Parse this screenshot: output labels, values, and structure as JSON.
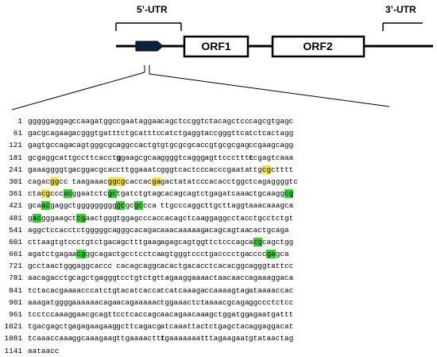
{
  "labels": {
    "utr5": "5’-UTR",
    "utr3": "3’-UTR",
    "orf1": "ORF1",
    "orf2": "ORF2"
  },
  "colors": {
    "yellow_highlight": "#f5e630",
    "green_highlight": "#2bd62b",
    "promoter_fill": "#0a2340"
  },
  "sequence": [
    {
      "n": "1",
      "g": [
        "gggggaggag",
        "ccaagatggc",
        "cgaataggaa",
        "cagctccggt",
        "ctacagctcc",
        "cagcgtgagc"
      ]
    },
    {
      "n": "61",
      "g": [
        "gacgcagaag",
        "acgggtgatt",
        "tctgcatttc",
        "catctgaggt",
        "accgggttca",
        "tctcactagg"
      ]
    },
    {
      "n": "121",
      "g": [
        "gagtgccaga",
        "cagtgggcgc",
        "aggccactgt",
        "gtgcgcgcac",
        "cgtgcgcgag",
        "ccgaagcagg"
      ]
    },
    {
      "n": "181",
      "g": [
        "gcgaggcatt",
        "gccttcacctg",
        "ggaagcgcaa",
        "ggggtcaggg",
        "agttccctttt",
        "ccgagtcaaa"
      ]
    },
    {
      "n": "241",
      "g": [
        "gaaaggggtg",
        "acggacgcac",
        "cttggaaatc",
        "gggtcactcc",
        "cacccgaata",
        "ttgcgctttt"
      ]
    },
    {
      "n": "301",
      "g": [
        "cagacggcc",
        "taagaaacgg",
        "cgcaccacga",
        "gactatatcc",
        "cacacctggc",
        "tcagaggggtc"
      ]
    },
    {
      "n": "361",
      "g": [
        "ctacgcccac",
        "ggaatctcgc",
        "tgatctgtag",
        "cacagcagtc",
        "tgagatcaaa",
        "ctgcaaggcg"
      ]
    },
    {
      "n": "421",
      "g": [
        "gcaacgaggc",
        "tggggggggg",
        "gcgcgccca",
        "ttgcccaggc",
        "ttgcttaggt",
        "aaacaaagca"
      ]
    },
    {
      "n": "481",
      "g": [
        "gacgggaagc",
        "tcgaactggg",
        "tggagcccac",
        "cacagctcaa",
        "ggaggcctac",
        "ctgcctctgt"
      ]
    },
    {
      "n": "541",
      "g": [
        "aggctccacc",
        "tctgggggca",
        "gggcacagac",
        "aaacaaaaag",
        "acagcagtaa",
        "cactgcaga"
      ]
    },
    {
      "n": "601",
      "g": [
        "cttaagtgtc",
        "cctgtctgac",
        "agctttgaag",
        "agagcagtgg",
        "ttctcccagc",
        "acgcagctgg"
      ]
    },
    {
      "n": "661",
      "g": [
        "agatctgaga",
        "acgggcagac",
        "tgcctcctca",
        "agtgggtccc",
        "tgacccctga",
        "ccccgagca"
      ]
    },
    {
      "n": "721",
      "g": [
        "gcctaactgg",
        "gaggcaccc",
        "cacagcaggc",
        "acactgacac",
        "ctcacacggc",
        "agggtattcc"
      ]
    },
    {
      "n": "781",
      "g": [
        "aacagacctg",
        "cagctgaggg",
        "tcctgtctgt",
        "tagaaggaaa",
        "actaacaacc",
        "agaaaggaca"
      ]
    },
    {
      "n": "841",
      "g": [
        "tctacacgaa",
        "aacccatctg",
        "tacatcacca",
        "tcatcaaaga",
        "ccaaaagtag",
        "ataaaaccac"
      ]
    },
    {
      "n": "901",
      "g": [
        "aaagatgggg",
        "aaaaaacaga",
        "acagaaaaac",
        "tggaaactct",
        "aaaacgcaga",
        "ggccctctcc"
      ]
    },
    {
      "n": "961",
      "g": [
        "tcctccaaag",
        "gaacgcagtt",
        "cctcaccagc",
        "aacagaacaa",
        "agctggatgg",
        "agaatgattt"
      ]
    },
    {
      "n": "1021",
      "g": [
        "tgacgagctg",
        "agagaagaag",
        "gcttcagacg",
        "atcaaattac",
        "tctgagctac",
        "aggaggacat"
      ]
    },
    {
      "n": "1081",
      "g": [
        "tcaaaccaaa",
        "ggcaaagaag",
        "ttgaaaacttt",
        "tgaaaaaaat",
        "ttagaagaat",
        "gtataactag"
      ]
    },
    {
      "n": "1141",
      "g": [
        "aataacc"
      ]
    }
  ]
}
